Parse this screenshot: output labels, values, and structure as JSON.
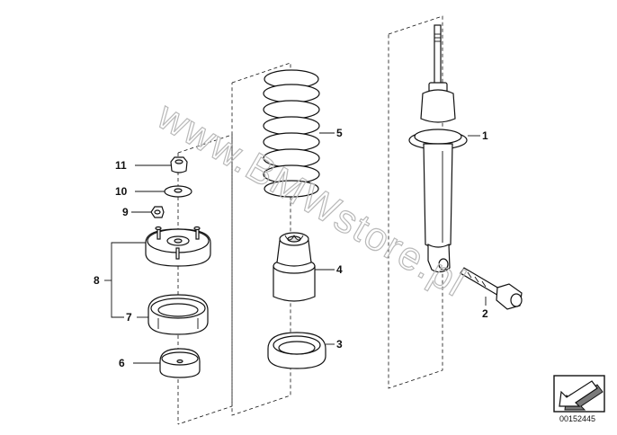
{
  "watermark": "www.BMWstore.pl",
  "catalog_code": "00152445",
  "callouts": {
    "c1": "1",
    "c2": "2",
    "c3": "3",
    "c4": "4",
    "c5": "5",
    "c6": "6",
    "c7": "7",
    "c8": "8",
    "c9": "9",
    "c10": "10",
    "c11": "11"
  },
  "colors": {
    "line": "#111111",
    "watermark": "#b9b9b9",
    "background": "#ffffff"
  },
  "icons": {
    "nav": "arrow-down-left-icon"
  }
}
